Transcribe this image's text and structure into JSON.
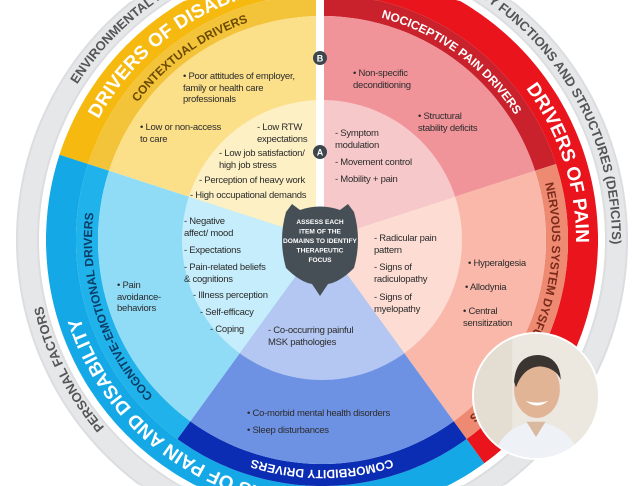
{
  "rings": {
    "outer": {
      "environmental": "ENVIRONMENTAL FACTORS",
      "body": "BODY FUNCTIONS AND STRUCTURES (DEFICITS)",
      "personal": "PERSONAL FACTORS"
    },
    "main": {
      "disability": "DRIVERS OF DISABILITY",
      "pain": "DRIVERS OF PAIN",
      "pain_and_disability": "DRIVERS OF PAIN AND DISABILITY"
    },
    "sub": {
      "contextual": "CONTEXTUAL DRIVERS",
      "nociceptive": "NOCICEPTIVE PAIN DRIVERS",
      "nervous": "NERVOUS SYSTEM DYSFUNCTION DRIVERS",
      "comorbidity": "COMORBIDITY DRIVERS",
      "cognitive": "COGNITIVE-EMOTIONAL DRIVERS"
    }
  },
  "markers": {
    "a": "A",
    "b": "B"
  },
  "center": {
    "lines": [
      "ASSESS EACH",
      "ITEM OF THE",
      "DOMAINS TO IDENTIFY",
      "THERAPEUTIC",
      "FOCUS"
    ]
  },
  "contextual": {
    "outer": [
      "• Poor attitudes of employer,\nfamily or health care\nprofessionals",
      "• Low or non-access\nto care"
    ],
    "inner": [
      "- Low RTW\nexpectations",
      "- Low job satisfaction/\nhigh job stress",
      "- Perception of heavy work",
      "- High occupational demands"
    ]
  },
  "nociceptive": {
    "outer": [
      "• Non-specific\ndeconditioning",
      "• Structural\nstability deficits"
    ],
    "inner": [
      "- Symptom\nmodulation",
      "- Movement control",
      "- Mobility + pain"
    ]
  },
  "nervous": {
    "outer": [
      "• Hyperalgesia",
      "• Allodynia",
      "• Central\nsensitization"
    ],
    "inner": [
      "- Radicular pain\npattern",
      "- Signs of\nradiculopathy",
      "- Signs of\nmyelopathy"
    ]
  },
  "comorbidity": {
    "inner": [
      "- Co-occurring painful\nMSK pathologies"
    ],
    "outer": [
      "• Co-morbid mental health disorders",
      "• Sleep disturbances"
    ]
  },
  "cognitive": {
    "outer": [
      "• Pain\navoidance-\nbehaviors"
    ],
    "inner": [
      "- Negative\naffect/ mood",
      "- Expectations",
      "- Pain-related beliefs\n& cognitions",
      "- Illness perception",
      "- Self-efficacy",
      "- Coping"
    ]
  },
  "colors": {
    "yellow_band": "#f6b90f",
    "yellow_sub": "#f3c43a",
    "yellow_sector": "#fbe089",
    "yellow_inner": "#fdf0c4",
    "red_band": "#e9141c",
    "red_sub": "#c9222c",
    "red_sector": "#f0949a",
    "red_inner": "#f7c8ca",
    "salmon_sub": "#ef8a72",
    "salmon_sector": "#f9b8aa",
    "salmon_inner": "#fcdcd3",
    "blue_sub": "#0b2db3",
    "blue_sector": "#6e92e3",
    "blue_inner": "#b4c7f2",
    "cyan_band": "#14a9e6",
    "cyan_sub": "#20b2ea",
    "cyan_sector": "#90dcf7",
    "cyan_inner": "#c5edfb",
    "gray_ring": "#dcdde0",
    "center_badge": "#474f56"
  }
}
